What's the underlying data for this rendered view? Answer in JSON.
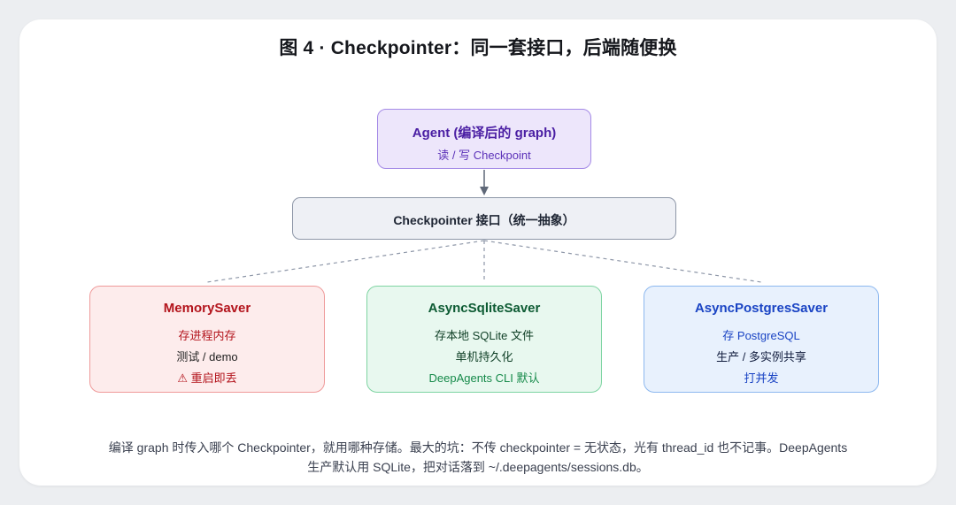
{
  "title": "图 4 · Checkpointer：同一套接口，后端随便换",
  "agent": {
    "title": "Agent (编译后的 graph)",
    "subtitle": "读 / 写 Checkpoint"
  },
  "interface": {
    "title": "Checkpointer 接口（统一抽象）"
  },
  "stores": [
    {
      "name": "MemorySaver",
      "lines": [
        "存进程内存",
        "测试 / demo",
        "⚠ 重启即丢"
      ]
    },
    {
      "name": "AsyncSqliteSaver",
      "lines": [
        "存本地 SQLite 文件",
        "单机持久化",
        "DeepAgents CLI 默认"
      ]
    },
    {
      "name": "AsyncPostgresSaver",
      "lines": [
        "存 PostgreSQL",
        "生产 / 多实例共享",
        "打并发"
      ]
    }
  ],
  "caption": {
    "line1": "编译 graph 时传入哪个 Checkpointer，就用哪种存储。最大的坑：不传 checkpointer = 无状态，光有 thread_id 也不记事。DeepAgents",
    "line2": "生产默认用 SQLite，把对话落到 ~/.deepagents/sessions.db。"
  },
  "colors": {
    "agent_fill": "#ede6fb",
    "agent_border": "#a48ae6",
    "memory_fill": "#fdecec",
    "sqlite_fill": "#e8f8ef",
    "postgres_fill": "#e8f1fd",
    "connector": "#8e97a8"
  }
}
